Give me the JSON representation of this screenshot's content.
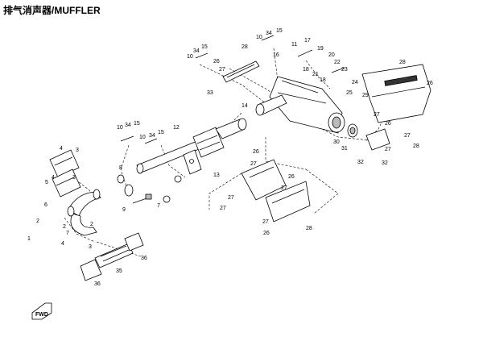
{
  "title": "排气消声器/MUFFLER",
  "part_labels": [
    "1",
    "2",
    "3",
    "4",
    "5",
    "6",
    "7",
    "8",
    "9",
    "10",
    "11",
    "12",
    "13",
    "14",
    "15",
    "16",
    "17",
    "18",
    "19",
    "20",
    "21",
    "22",
    "23",
    "24",
    "25",
    "26",
    "27",
    "28",
    "29",
    "30",
    "31",
    "32",
    "33",
    "34",
    "35",
    "36",
    "FWD"
  ]
}
